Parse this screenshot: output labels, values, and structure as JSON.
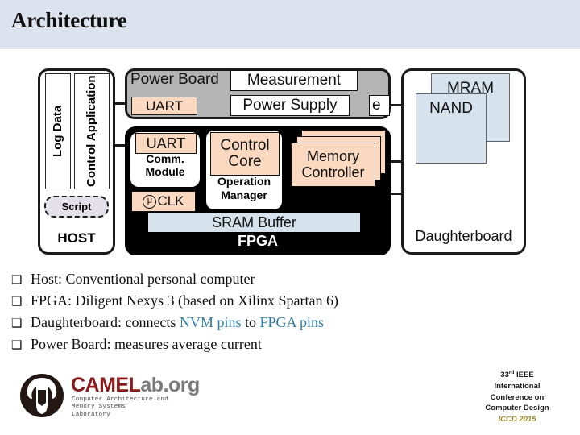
{
  "header": {
    "title": "Architecture",
    "band_color": "#dce3ef"
  },
  "diagram": {
    "host": {
      "label": "HOST",
      "columns": [
        {
          "label": "Log Data"
        },
        {
          "label": "Control Application"
        }
      ],
      "script": "Script"
    },
    "power_board": {
      "label": "Power Board",
      "uart": "UART",
      "measurement": "Measurement",
      "power_supply": "Power Supply",
      "edge_fragment": "e",
      "fill_color": "#b4b4b4"
    },
    "fpga": {
      "label": "FPGA",
      "comm_module": {
        "uart": "UART",
        "name": "Comm. Module"
      },
      "clock": {
        "prefix": "μ",
        "label": "CLK"
      },
      "operation_manager": {
        "core": "Control Core",
        "name": "Operation Manager"
      },
      "memory_controller": "Memory Controller",
      "sram_buffer": "SRAM Buffer",
      "fill_color": "#000000",
      "block_color": "#fbd9c0",
      "sram_color": "#d6e3ec"
    },
    "daughterboard": {
      "label": "Daughterboard",
      "chips": [
        {
          "label": "MRAM"
        },
        {
          "label": "NAND"
        }
      ],
      "chip_color": "#d6e3ec"
    }
  },
  "bullets": {
    "marker": "❑",
    "items": [
      {
        "pre": "Host: Conventional personal computer",
        "hl1": "",
        "mid": "",
        "hl2": "",
        "post": ""
      },
      {
        "pre": "FPGA: Diligent Nexys 3 (based on Xilinx Spartan 6)",
        "hl1": "",
        "mid": "",
        "hl2": "",
        "post": ""
      },
      {
        "pre": "Daughterboard: connects ",
        "hl1": "NVM pins",
        "mid": " to ",
        "hl2": "FPGA pins",
        "post": ""
      },
      {
        "pre": "Power Board: measures average current",
        "hl1": "",
        "mid": "",
        "hl2": "",
        "post": ""
      }
    ],
    "highlight_color": "#2d7ca6"
  },
  "footer": {
    "logo": {
      "name_camel": "CAMEL",
      "name_lab": "ab.org",
      "subtitle": "Computer Architecture and\nMemory Systems\nLaboratory",
      "camel_color": "#8b1a1a"
    },
    "conference": {
      "ordinal": "33",
      "ordinal_sup": "rd",
      "org": " IEEE",
      "line2": "International",
      "line3": "Conference on",
      "line4": "Computer Design",
      "acronym": "ICCD 2015",
      "acronym_color": "#9a8427"
    }
  }
}
